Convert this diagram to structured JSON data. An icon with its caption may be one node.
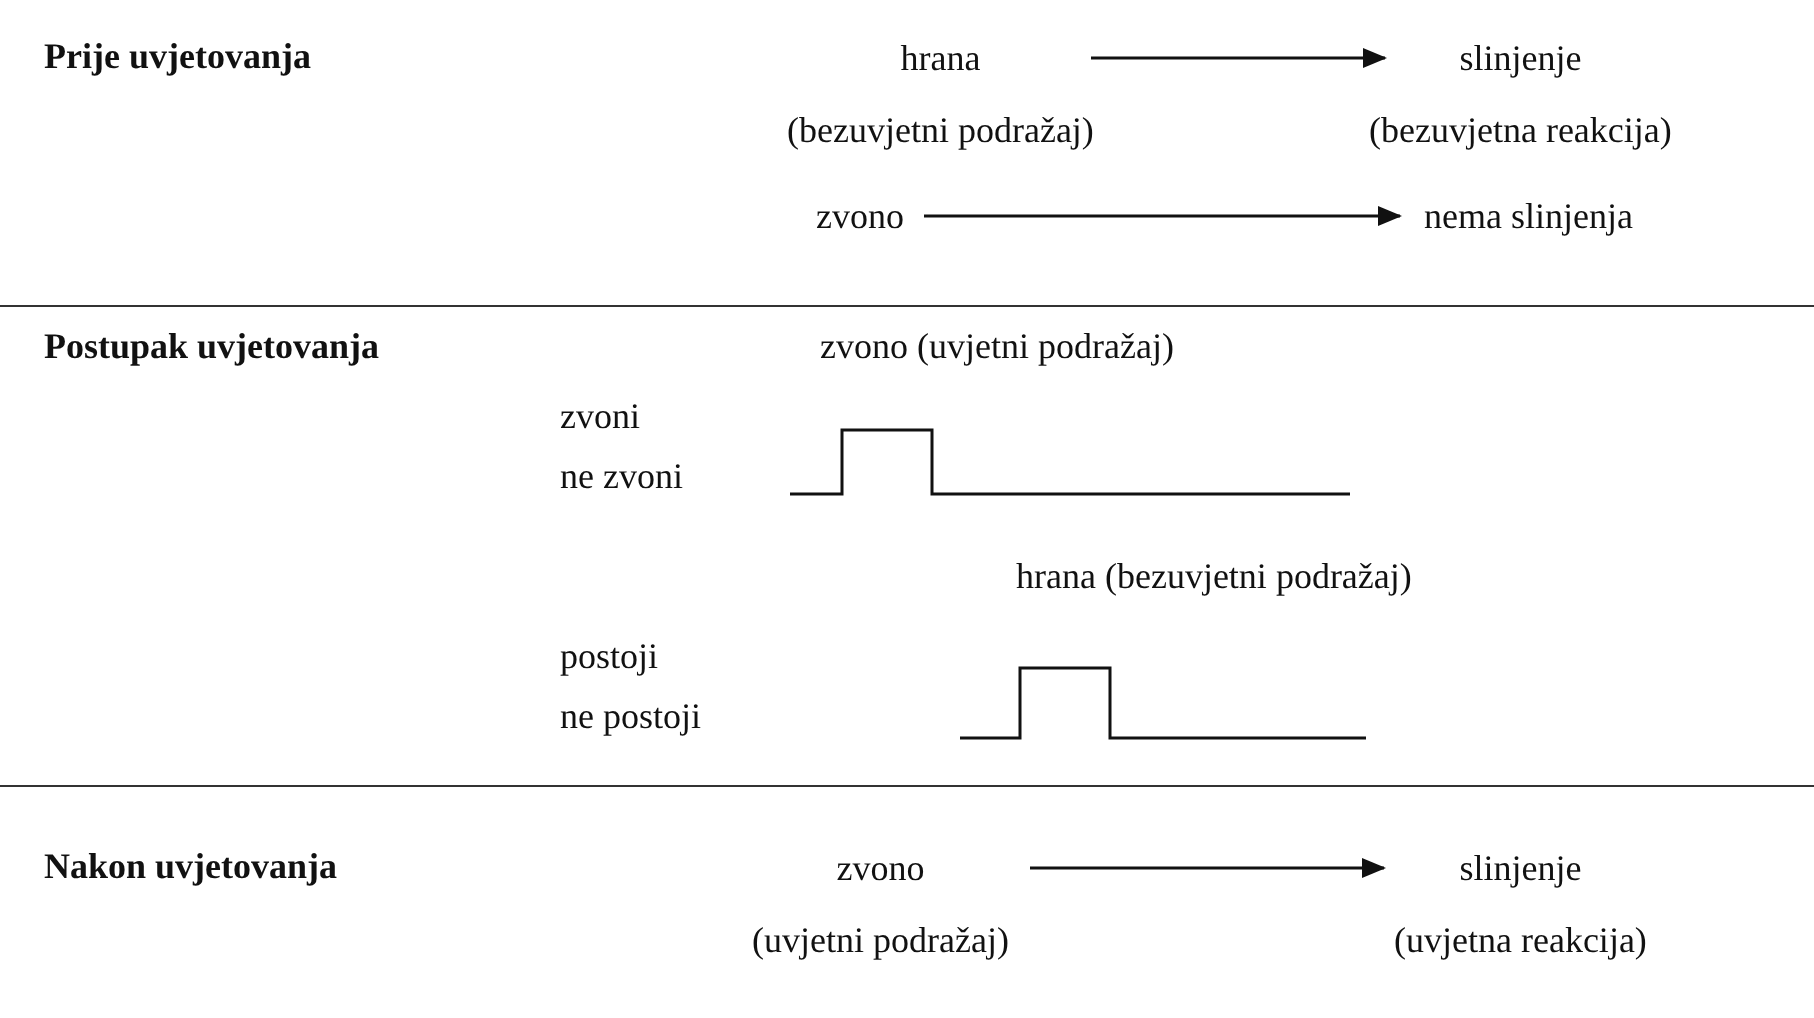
{
  "diagram": {
    "nodes": [
      {
        "text": [
          "hrana",
          "(bezuvjetni podražaj)"
        ]
      },
      {
        "text": [
          "slinjenje",
          "(bezuvjetna reakcija)"
        ]
      },
      {
        "text": [
          "zvono"
        ]
      },
      {
        "text": [
          "nema slinjenja"
        ]
      },
      {
        "text": [
          "zvono",
          "(uvjetni podražaj)"
        ]
      },
      {
        "text": [
          "slinjenje",
          "(uvjetna reakcija)"
        ]
      }
    ],
    "edges": [
      {
        "from": 0,
        "to": 1,
        "arrow": "to"
      },
      {
        "from": 2,
        "to": 3,
        "arrow": "to"
      },
      {
        "from": 4,
        "to": 5,
        "arrow": "to"
      }
    ],
    "labels": [
      "Prije uvjetovanja",
      "Postupak uvjetovanja",
      "zvono (uvjetni podražaj)",
      "zvoni",
      "ne zvoni",
      "hrana (bezuvjetni podražaj)",
      "postoji",
      "ne postoji",
      "Nakon uvjetovanja"
    ]
  }
}
